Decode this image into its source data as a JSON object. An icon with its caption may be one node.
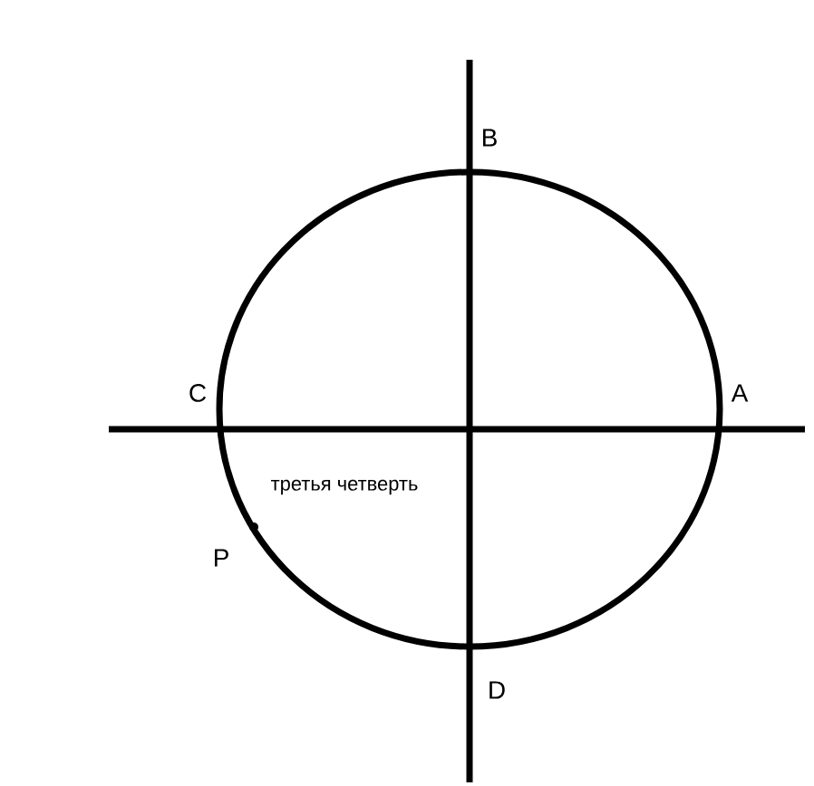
{
  "diagram": {
    "labels": [
      "B",
      "C",
      "A",
      "третья четверть",
      "P",
      "D"
    ]
  }
}
